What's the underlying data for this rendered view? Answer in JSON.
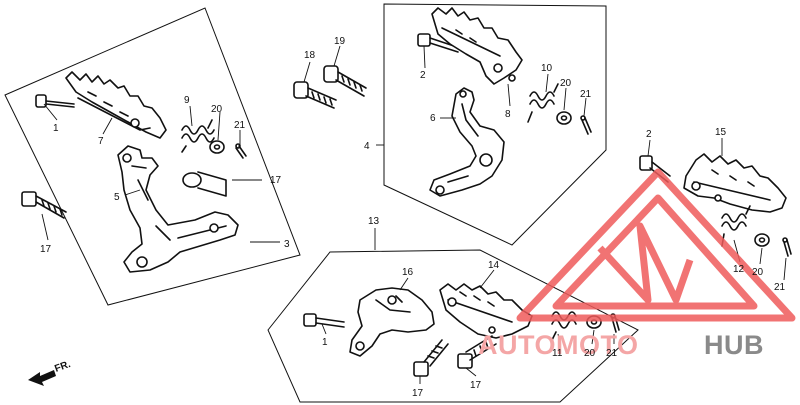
{
  "labels": {
    "l1a": "1",
    "l1b": "1",
    "l2a": "2",
    "l2b": "2",
    "l3": "3",
    "l4": "4",
    "l5": "5",
    "l6": "6",
    "l7": "7",
    "l8": "8",
    "l9": "9",
    "l10": "10",
    "l11": "11",
    "l12": "12",
    "l13": "13",
    "l14": "14",
    "l15": "15",
    "l16": "16",
    "l17a": "17",
    "l17b": "17",
    "l17c": "17",
    "l17d": "17",
    "l18": "18",
    "l19": "19",
    "l20a": "20",
    "l20b": "20",
    "l20c": "20",
    "l20d": "20",
    "l21a": "21",
    "l21b": "21",
    "l21c": "21",
    "l21d": "21"
  },
  "direction": {
    "label": "FR."
  },
  "watermark": {
    "part1": "AUTOMOTO",
    "part2": "HUB",
    "color1": "#f4a6a6",
    "color2": "#8a8a8a",
    "logo_color": "#ef5a5a"
  }
}
